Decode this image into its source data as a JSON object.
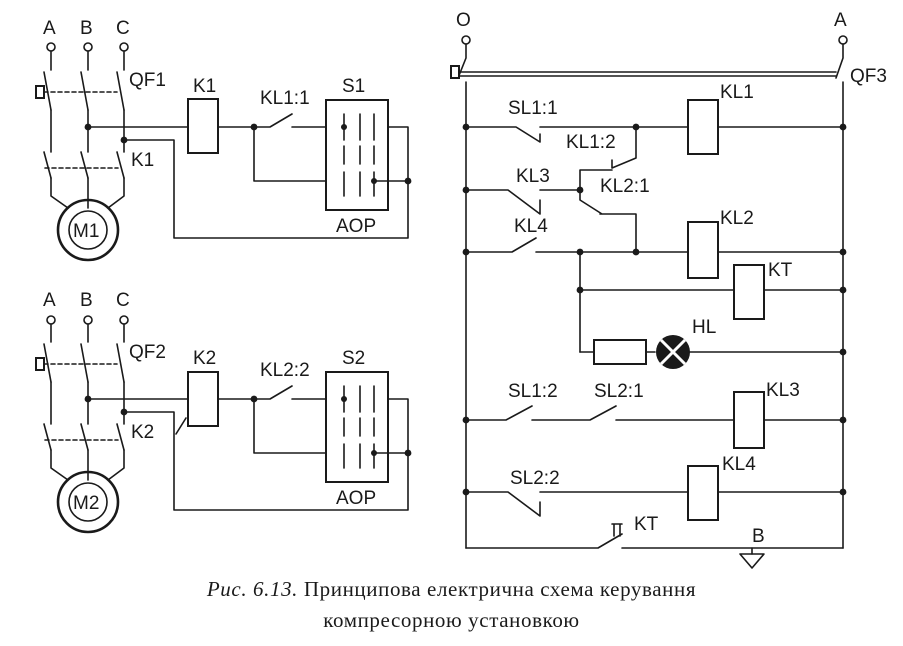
{
  "diagram": {
    "motor1": {
      "phases": [
        "A",
        "B",
        "C"
      ],
      "breaker": "QF1",
      "contactor": "K1",
      "aux": "K1",
      "contact": "KL1:1",
      "switch": "S1",
      "mode": "AOP",
      "motor": "M1"
    },
    "motor2": {
      "phases": [
        "A",
        "B",
        "C"
      ],
      "breaker": "QF2",
      "contactor": "K2",
      "aux": "K2",
      "contact": "KL2:2",
      "switch": "S2",
      "mode": "AOP",
      "motor": "M2"
    },
    "control": {
      "left_terminal": "O",
      "right_terminal": "A",
      "breaker": "QF3",
      "contacts": [
        "SL1:1",
        "KL1:2",
        "KL3",
        "KL2:1",
        "KL4",
        "SL1:2",
        "SL2:1",
        "SL2:2",
        "KT"
      ],
      "coils": [
        "KL1",
        "KL2",
        "KT",
        "KL3",
        "KL4"
      ],
      "lamp": "HL",
      "output": "B"
    }
  },
  "caption": {
    "prefix": "Рис. 6.13.",
    "line1": "Принципова електрична схема керування",
    "line2": "компресорною установкою"
  }
}
